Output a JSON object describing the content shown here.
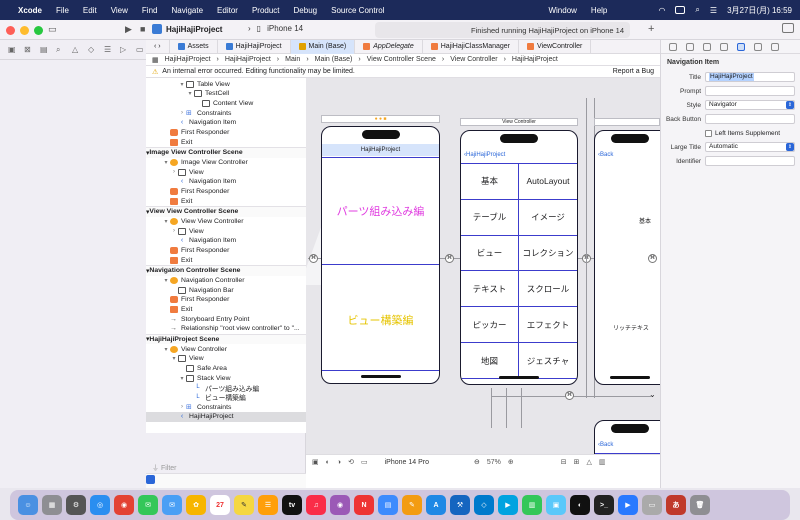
{
  "menubar": {
    "app": "Xcode",
    "items": [
      "File",
      "Edit",
      "View",
      "Find",
      "Navigate",
      "Editor",
      "Product",
      "Debug",
      "Source Control",
      "Window",
      "Help"
    ],
    "clock": "3月27日(月) 16:59"
  },
  "toolbar": {
    "scheme": "HajiHajiProject",
    "device": "iPhone 14",
    "status": "Finished running HajiHajiProject on iPhone 14"
  },
  "tabs": [
    {
      "label": "Assets",
      "color": "#3a7bd5"
    },
    {
      "label": "HajiHajiProject",
      "color": "#3a7bd5"
    },
    {
      "label": "Main (Base)",
      "color": "#e0a100"
    },
    {
      "label": "AppDelegate",
      "color": "#f07b3f"
    },
    {
      "label": "HajiHajiClassManager",
      "color": "#f07b3f"
    },
    {
      "label": "ViewController",
      "color": "#f07b3f"
    }
  ],
  "jumpbar": [
    "HajiHajiProject",
    "HajiHajiProject",
    "Main",
    "Main (Base)",
    "View Controller Scene",
    "View Controller",
    "HajiHajiProject"
  ],
  "warning": {
    "text": "An internal error occurred. Editing functionality may be limited.",
    "report": "Report a Bug"
  },
  "outline": [
    {
      "type": "row",
      "indent": 3,
      "icon": "view",
      "label": "View"
    },
    {
      "type": "row",
      "indent": 4,
      "icon": "view",
      "label": "Safe Area"
    },
    {
      "type": "row",
      "indent": 4,
      "disc": "▾",
      "icon": "view",
      "label": "Table View"
    },
    {
      "type": "row",
      "indent": 5,
      "disc": "▾",
      "icon": "view",
      "label": "TestCell"
    },
    {
      "type": "row",
      "indent": 6,
      "icon": "view",
      "label": "Content View"
    },
    {
      "type": "row",
      "indent": 4,
      "disc": "›",
      "icon": "cons",
      "label": "Constraints"
    },
    {
      "type": "row",
      "indent": 3,
      "icon": "nav",
      "label": "Navigation Item"
    },
    {
      "type": "row",
      "indent": 2,
      "icon": "fr",
      "label": "First Responder"
    },
    {
      "type": "row",
      "indent": 2,
      "icon": "exit",
      "label": "Exit"
    },
    {
      "type": "head",
      "label": "Image View Controller Scene"
    },
    {
      "type": "row",
      "indent": 2,
      "disc": "▾",
      "icon": "vc",
      "label": "Image View Controller"
    },
    {
      "type": "row",
      "indent": 3,
      "disc": "›",
      "icon": "view",
      "label": "View"
    },
    {
      "type": "row",
      "indent": 3,
      "icon": "nav",
      "label": "Navigation Item"
    },
    {
      "type": "row",
      "indent": 2,
      "icon": "fr",
      "label": "First Responder"
    },
    {
      "type": "row",
      "indent": 2,
      "icon": "exit",
      "label": "Exit"
    },
    {
      "type": "head",
      "label": "View View Controller Scene"
    },
    {
      "type": "row",
      "indent": 2,
      "disc": "▾",
      "icon": "vc",
      "label": "View View Controller"
    },
    {
      "type": "row",
      "indent": 3,
      "disc": "›",
      "icon": "view",
      "label": "View"
    },
    {
      "type": "row",
      "indent": 3,
      "icon": "nav",
      "label": "Navigation Item"
    },
    {
      "type": "row",
      "indent": 2,
      "icon": "fr",
      "label": "First Responder"
    },
    {
      "type": "row",
      "indent": 2,
      "icon": "exit",
      "label": "Exit"
    },
    {
      "type": "head",
      "label": "Navigation Controller Scene"
    },
    {
      "type": "row",
      "indent": 2,
      "disc": "▾",
      "icon": "nc",
      "label": "Navigation Controller"
    },
    {
      "type": "row",
      "indent": 3,
      "icon": "view",
      "label": "Navigation Bar"
    },
    {
      "type": "row",
      "indent": 2,
      "icon": "fr",
      "label": "First Responder"
    },
    {
      "type": "row",
      "indent": 2,
      "icon": "exit",
      "label": "Exit"
    },
    {
      "type": "row",
      "indent": 2,
      "icon": "arrow",
      "label": "Storyboard Entry Point"
    },
    {
      "type": "row",
      "indent": 2,
      "icon": "arrow",
      "label": "Relationship \"root view controller\" to \"..."
    },
    {
      "type": "head",
      "label": "HajiHajiProject Scene"
    },
    {
      "type": "row",
      "indent": 2,
      "disc": "▾",
      "icon": "vc",
      "label": "View Controller"
    },
    {
      "type": "row",
      "indent": 3,
      "disc": "▾",
      "icon": "view",
      "label": "View"
    },
    {
      "type": "row",
      "indent": 4,
      "icon": "view",
      "label": "Safe Area"
    },
    {
      "type": "row",
      "indent": 4,
      "disc": "▾",
      "icon": "view",
      "label": "Stack View"
    },
    {
      "type": "row",
      "indent": 5,
      "icon": "lbl",
      "label": "パーツ組み込み編"
    },
    {
      "type": "row",
      "indent": 5,
      "icon": "lbl",
      "label": "ビュー構築編"
    },
    {
      "type": "row",
      "indent": 4,
      "disc": "›",
      "icon": "cons",
      "label": "Constraints"
    },
    {
      "type": "row",
      "indent": 3,
      "icon": "nav",
      "label": "HajiHajiProject",
      "selected": true
    }
  ],
  "filter_placeholder": "Filter",
  "canvas": {
    "phone1": {
      "title": "HajiHajiProject",
      "label_top": "パーツ組み込み編",
      "label_bottom": "ビュー構築編"
    },
    "phone2": {
      "scene": "View Controller",
      "back": "HajiHajiProject",
      "cells": [
        "基本",
        "AutoLayout",
        "テーブル",
        "イメージ",
        "ビュー",
        "コレクション",
        "テキスト",
        "スクロール",
        "ピッカー",
        "エフェクト",
        "地図",
        "ジェスチャ"
      ]
    },
    "phone3": {
      "back": "Back",
      "content_top": "基本",
      "content_bottom": "リッチテキス"
    },
    "phone4": {
      "back": "Back"
    }
  },
  "canvasbar": {
    "device": "iPhone 14 Pro",
    "zoom": "57%"
  },
  "inspector": {
    "title": "Navigation Item",
    "title_label": "Title",
    "title_value": "HajiHajiProject",
    "prompt_label": "Prompt",
    "style_label": "Style",
    "style_value": "Navigator",
    "back_label": "Back Button",
    "supplement": "Left Items Supplement",
    "large_label": "Large Title",
    "large_value": "Automatic",
    "identifier_label": "Identifier"
  }
}
